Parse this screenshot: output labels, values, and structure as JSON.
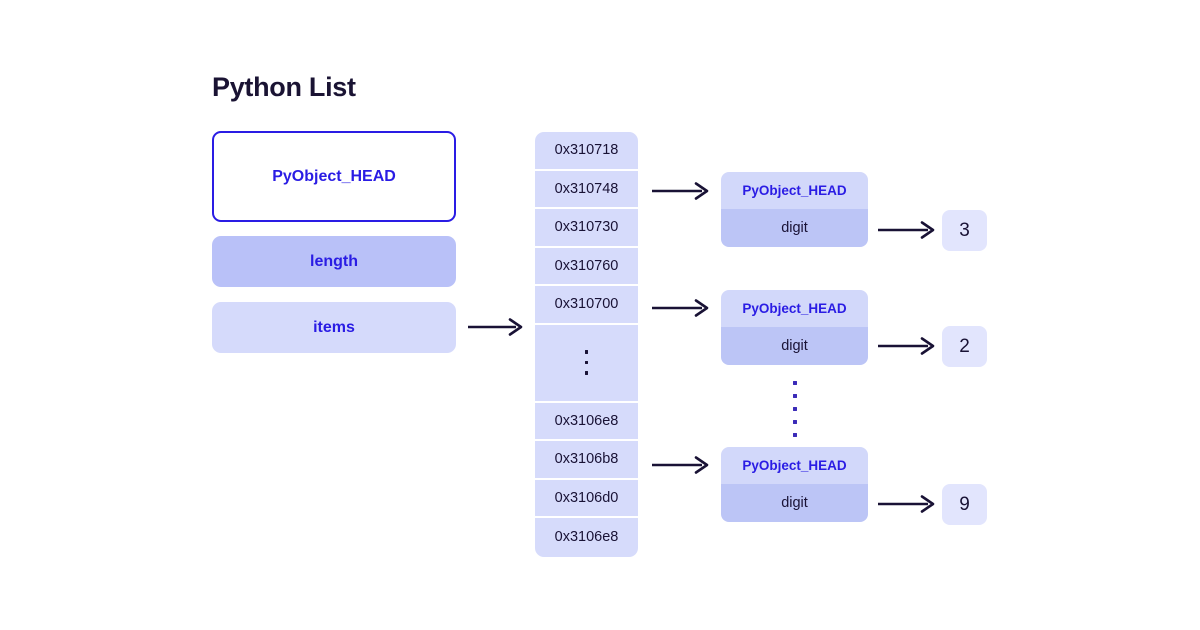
{
  "diagram": {
    "title": "Python List",
    "background_color": "#ffffff",
    "accent_blue": "#2a1ce4",
    "text_dark": "#191235"
  },
  "struct": {
    "head_label": "PyObject_HEAD",
    "length_label": "length",
    "items_label": "items",
    "head_bg": "#ffffff",
    "head_border": "#2a1ce4",
    "length_bg": "#b9c1f8",
    "items_bg": "#d5dafb"
  },
  "address_column": {
    "cell_bg": "#d6dbfb",
    "cells": [
      {
        "kind": "address",
        "label": "0x310718"
      },
      {
        "kind": "address",
        "label": "0x310748"
      },
      {
        "kind": "address",
        "label": "0x310730"
      },
      {
        "kind": "address",
        "label": "0x310760"
      },
      {
        "kind": "address",
        "label": "0x310700"
      },
      {
        "kind": "ellipsis",
        "label": ""
      },
      {
        "kind": "address",
        "label": "0x3106e8"
      },
      {
        "kind": "address",
        "label": "0x3106b8"
      },
      {
        "kind": "address",
        "label": "0x3106d0"
      },
      {
        "kind": "address",
        "label": "0x3106e8"
      }
    ]
  },
  "objects": [
    {
      "head_label": "PyObject_HEAD",
      "digit_label": "digit",
      "value": "3"
    },
    {
      "head_label": "PyObject_HEAD",
      "digit_label": "digit",
      "value": "2"
    },
    {
      "head_label": "PyObject_HEAD",
      "digit_label": "digit",
      "value": "9"
    }
  ],
  "object_colors": {
    "head_bg": "#d2d8fa",
    "digit_bg": "#bcc5f6",
    "value_bg": "#e2e5fd"
  },
  "arrows": {
    "color": "#191235",
    "items_to_column": "items-to-address-column",
    "cell_to_object_1": "address-to-object-1",
    "cell_to_object_2": "address-to-object-2",
    "cell_to_object_3": "address-to-object-3",
    "object_to_value_1": "object-to-value-3",
    "object_to_value_2": "object-to-value-2",
    "object_to_value_3": "object-to-value-9"
  }
}
